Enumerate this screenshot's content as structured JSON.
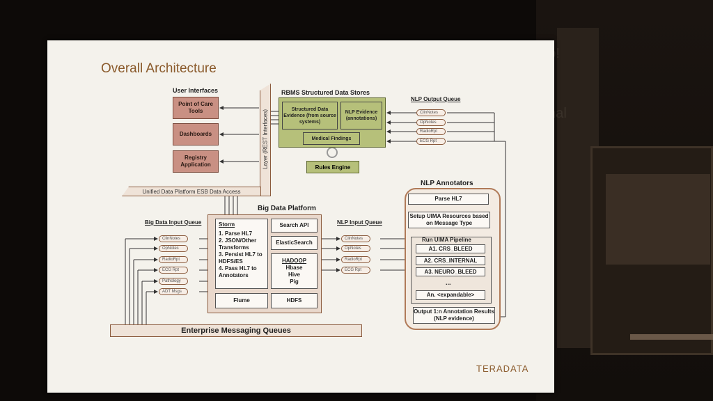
{
  "slide": {
    "title": "Overall Architecture",
    "logo": "TERADATA"
  },
  "user_interfaces": {
    "heading": "User Interfaces",
    "items": [
      "Point of Care Tools",
      "Dashboards",
      "Registry Application"
    ]
  },
  "layer_label": "Layer (REST Interfaces)",
  "esb_label": "Unified Data Platform ESB Data Access",
  "rbms": {
    "heading": "RBMS Structured Data Stores",
    "structured": "Structured Data Evidence (from source systems)",
    "nlp_evidence": "NLP Evidence (annotations)",
    "medical": "Medical Findings",
    "rules": "Rules Engine"
  },
  "nlp_output_queue": {
    "heading": "NLP Output Queue",
    "items": [
      "ClinNotes",
      "OpNotes",
      "RadioRpt",
      "ECG Rpt"
    ]
  },
  "big_data_input_queue": {
    "heading": "Big Data Input Queue",
    "items": [
      "ClinNotes",
      "OpNotes",
      "RadioRpt",
      "ECG Rpt",
      "Pathology",
      "ADT Msgs"
    ]
  },
  "big_data_platform": {
    "heading": "Big Data Platform",
    "storm_title": "Storm",
    "storm_steps": [
      "1. Parse HL7",
      "2. JSON/Other Transforms",
      "3. Persist HL7 to HDFS/ES",
      "4. Pass HL7 to Annotators"
    ],
    "search_api": "Search API",
    "elasticsearch": "ElasticSearch",
    "hadoop": "HADOOP",
    "hadoop_parts": [
      "Hbase",
      "Hive",
      "Pig"
    ],
    "flume": "Flume",
    "hdfs": "HDFS"
  },
  "nlp_input_queue": {
    "heading": "NLP Input Queue",
    "items": [
      "ClinNotes",
      "OpNotes",
      "RadioRpt",
      "ECG Rpt"
    ]
  },
  "nlp_annotators": {
    "heading": "NLP Annotators",
    "parse": "Parse HL7",
    "setup": "Setup UIMA Resources based on Message Type",
    "pipeline_title": "Run UIMA Pipeline",
    "pipeline": [
      "A1. CRS_BLEED",
      "A2. CRS_INTERNAL",
      "A3. NEURO_BLEED"
    ],
    "ellipsis": "...",
    "expandable": "An. <expandable>",
    "output": "Output 1:n Annotation Results (NLP evidence)"
  },
  "emq_label": "Enterprise Messaging Queues",
  "background_text": [
    "op!",
    "onal"
  ]
}
